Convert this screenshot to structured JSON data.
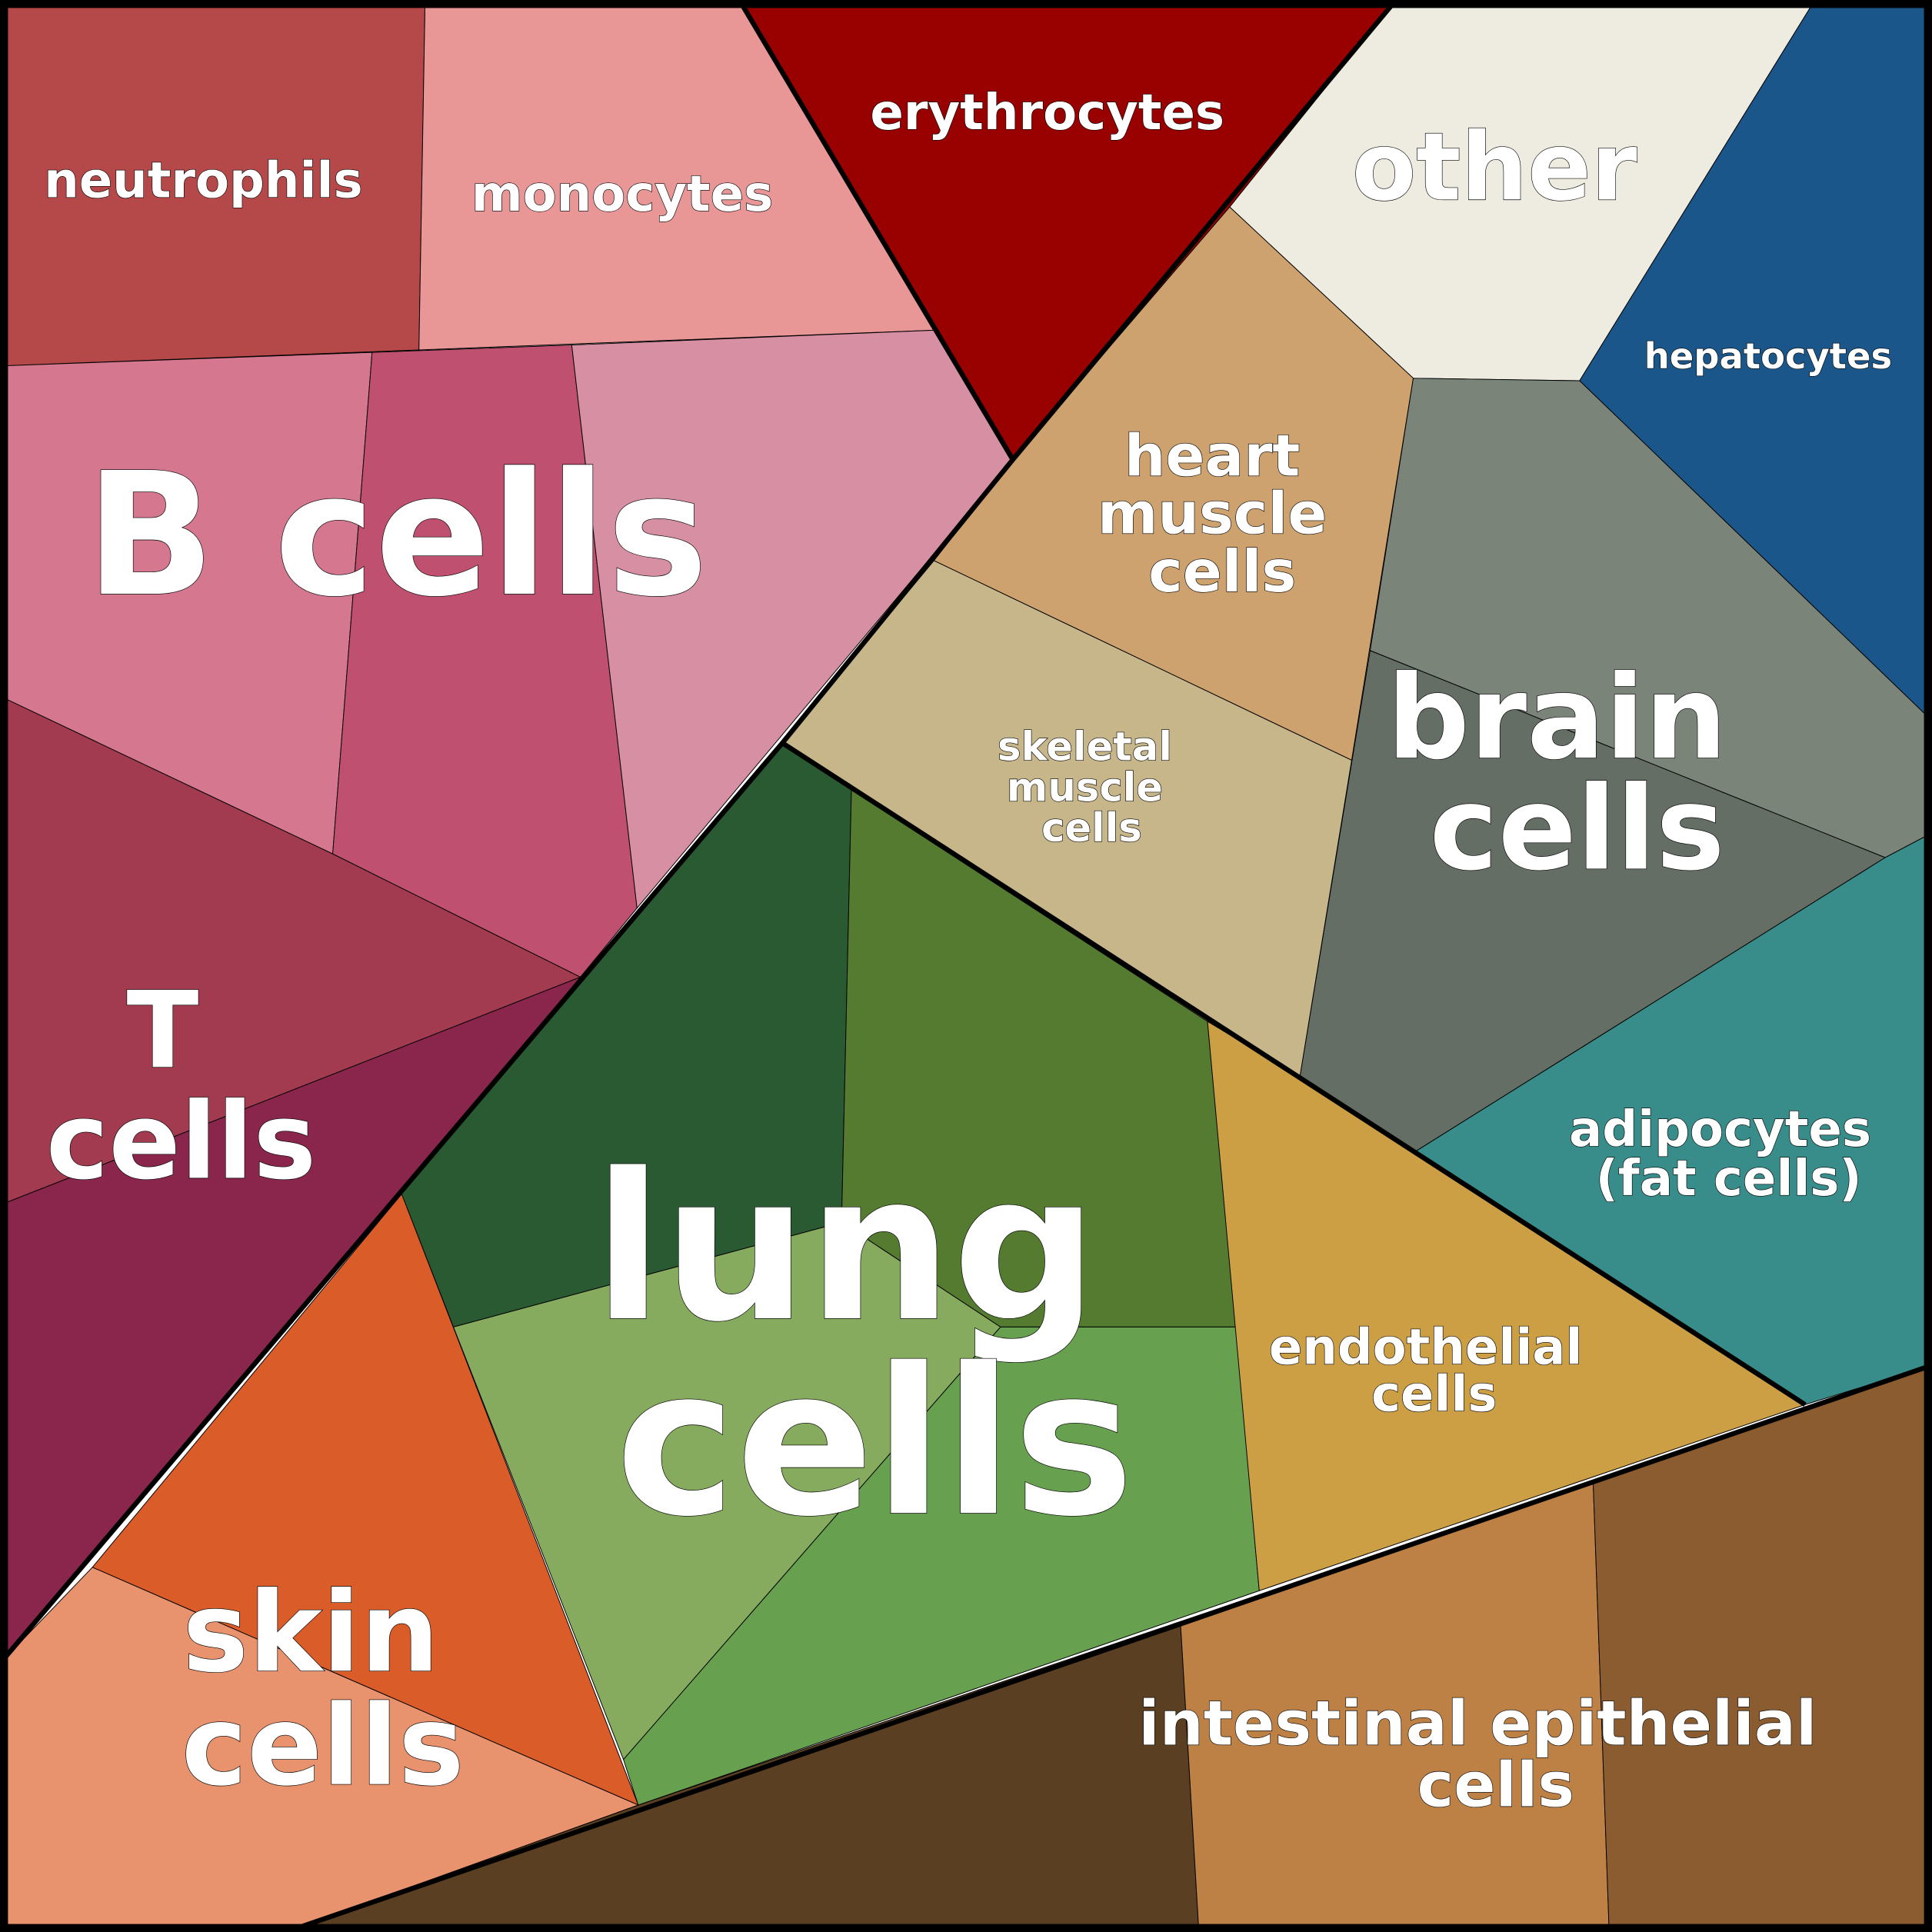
{
  "labels": {
    "neutrophils": "neutrophils",
    "monocytes": "monocytes",
    "erythrocytes": "erythrocytes",
    "other": "other",
    "hepatocytes": "hepatocytes",
    "b_cells": "B cells",
    "heart_muscle": [
      "heart",
      "muscle",
      "cells"
    ],
    "skeletal_muscle": [
      "skeletal",
      "muscle",
      "cells"
    ],
    "brain": [
      "brain",
      "cells"
    ],
    "t_cells": [
      "T",
      "cells"
    ],
    "lung": [
      "lung",
      "cells"
    ],
    "adipocytes": [
      "adipocytes",
      "(fat cells)"
    ],
    "endothelial": [
      "endothelial",
      "cells"
    ],
    "skin": [
      "skin",
      "cells"
    ],
    "intestinal": [
      "intestinal epithelial",
      "cells"
    ]
  },
  "colors": {
    "neutrophils": "#b54848",
    "monocytes": "#e89696",
    "erythrocytes": "#990000",
    "other": "#eeece1",
    "hepatocytes": "#1a568a",
    "b_cells": [
      "#d4778f",
      "#c05070",
      "#d78fa3"
    ],
    "t_cells": [
      "#a23a50",
      "#8a264c"
    ],
    "skin": [
      "#d95c29",
      "#e8926e"
    ],
    "lung": [
      "#2a5a32",
      "#547b30",
      "#86aa5e",
      "#67a04e"
    ],
    "heart_muscle": "#cea26e",
    "skeletal_muscle": "#c7b68a",
    "brain": [
      "#7b8479",
      "#646e64"
    ],
    "adipocytes": "#388c8a",
    "endothelial": "#cc9f45",
    "intestinal": [
      "#5b3f22",
      "#bd8045",
      "#8a5c30"
    ]
  }
}
